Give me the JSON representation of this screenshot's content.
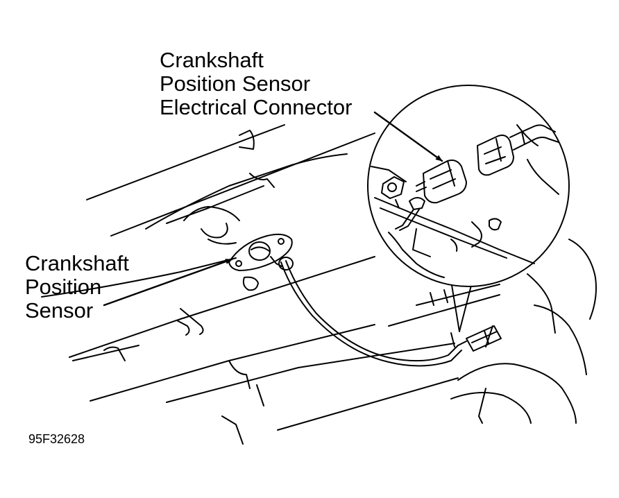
{
  "labels": {
    "connector": {
      "line1": "Crankshaft",
      "line2": "Position Sensor",
      "line3": "Electrical Connector"
    },
    "sensor": {
      "line1": "Crankshaft",
      "line2": "Position",
      "line3": "Sensor"
    }
  },
  "figure_code": "95F32628",
  "colors": {
    "ink": "#000000",
    "paper": "#ffffff"
  }
}
